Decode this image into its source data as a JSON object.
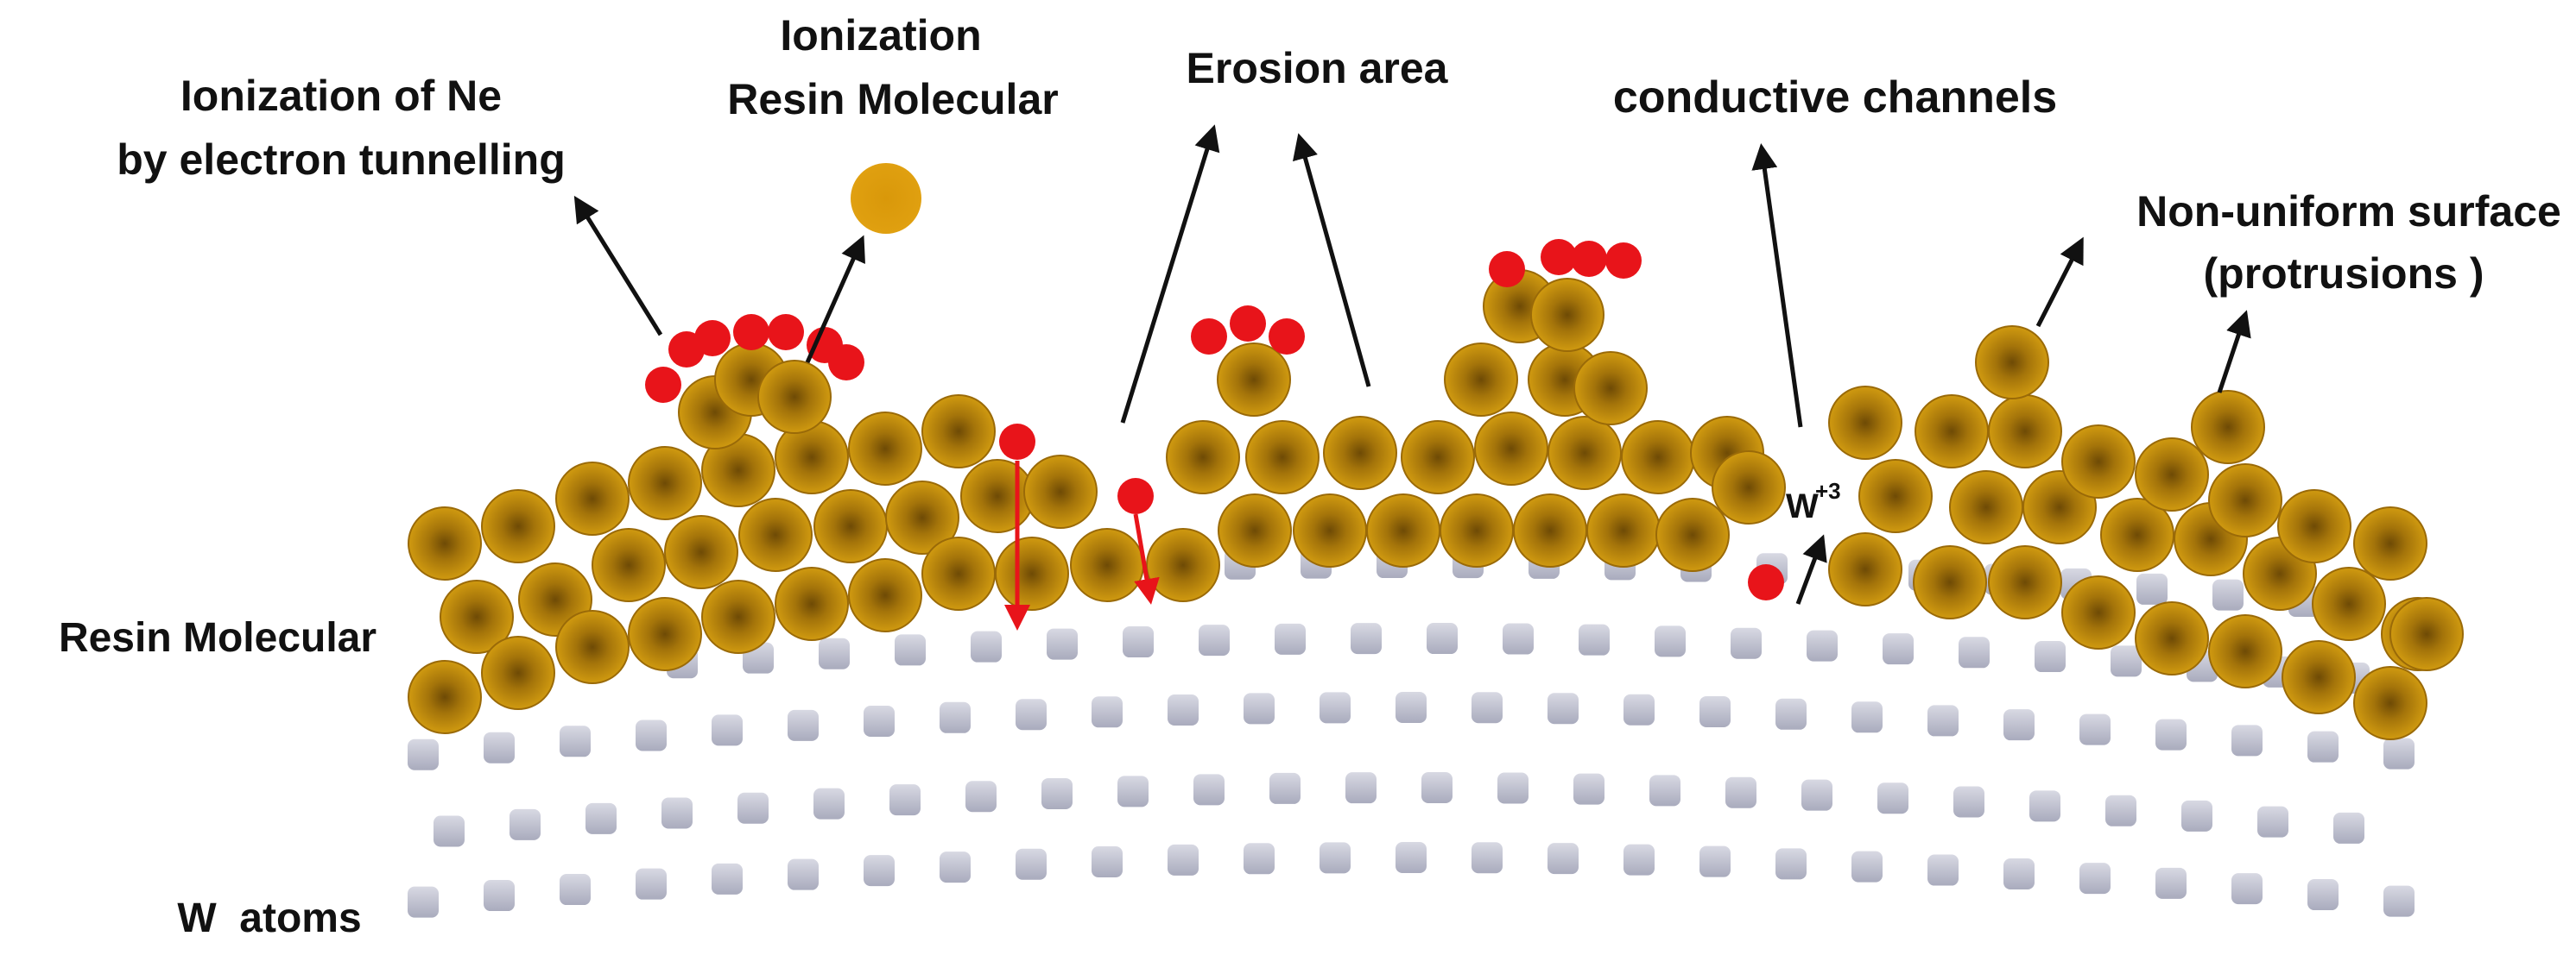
{
  "labels": {
    "ionization_ne_line1": "Ionization of Ne",
    "ionization_ne_line2": "by electron tunnelling",
    "ionization_resin_line1": "Ionization",
    "ionization_resin_line2": "Resin Molecular",
    "erosion_area": "Erosion area",
    "conductive_channels": "conductive channels",
    "non_uniform_line1": "Non-uniform surface",
    "non_uniform_line2": "(protrusions )",
    "resin_molecular": "Resin Molecular",
    "w_atoms": "W  atoms",
    "w_ion_base": "W",
    "w_ion_charge": "+3"
  },
  "colors": {
    "resin": "#c8900a",
    "resin_dark": "#7a5206",
    "electron": "#e8141a",
    "w_atom": "#c2c4d4",
    "arrow": "#111111",
    "red_arrow": "#e8141a"
  },
  "legend": {
    "resin_icon": "resin-molecule-sphere",
    "electron_icon": "electron-dot",
    "w_atom_icon": "tungsten-atom-square"
  }
}
